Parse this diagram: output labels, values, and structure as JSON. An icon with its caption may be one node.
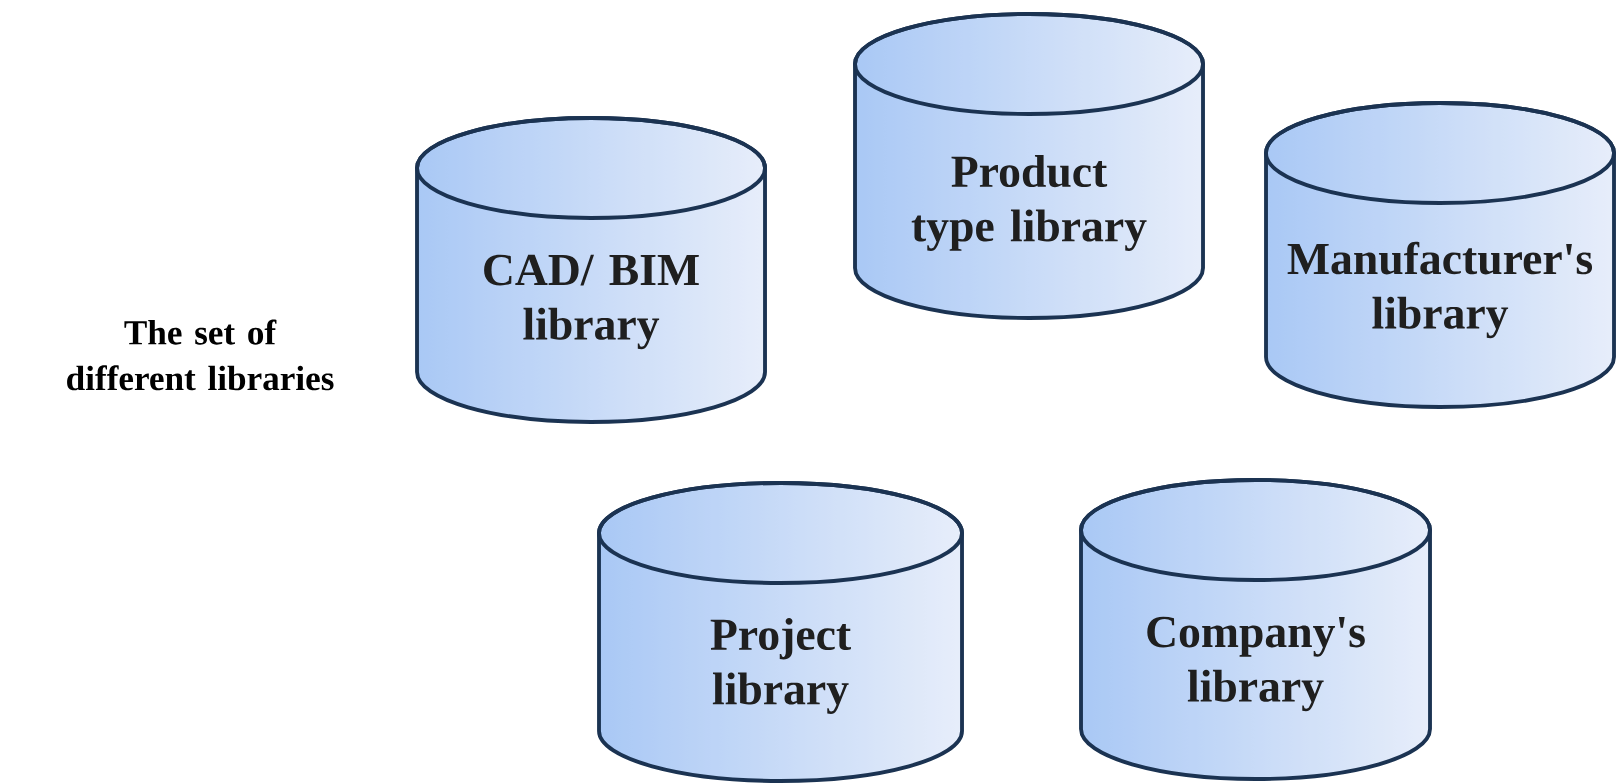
{
  "diagram": {
    "nodes": [
      {
        "text": [
          "CAD/ BIM library"
        ]
      },
      {
        "text": [
          "Product type library"
        ]
      },
      {
        "text": [
          "Manufacturer's library"
        ]
      },
      {
        "text": [
          "Project library"
        ]
      },
      {
        "text": [
          "Company's library"
        ]
      }
    ],
    "labels": [
      "The set of different libraries"
    ]
  }
}
